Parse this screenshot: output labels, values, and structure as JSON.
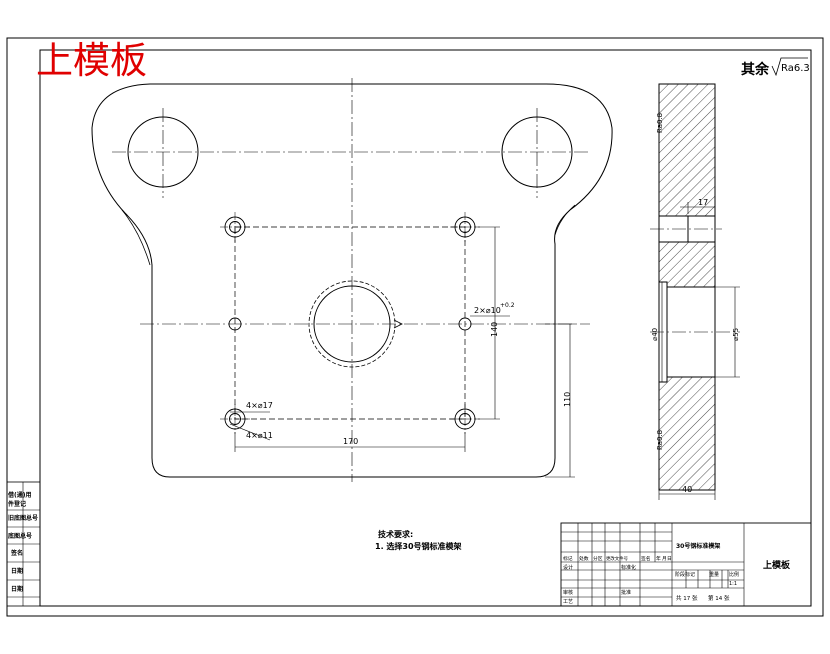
{
  "title_red": "上模板",
  "roughness": {
    "label": "其余",
    "value": "Ra6.3"
  },
  "top_view": {
    "dim_width": "170",
    "dim_height_inner": "140",
    "dim_height_outer": "110",
    "hole_note_1": "4×⌀17",
    "hole_note_2": "4×⌀11",
    "hole_note_3": "2×⌀10",
    "hole_note_3_tol": "+0.2"
  },
  "side_view": {
    "dim_17": "17",
    "dim_40": "40",
    "dim_phi_a": "⌀40",
    "dim_phi_b": "⌀55",
    "rough_top": "Ra0.8",
    "rough_bottom": "Ra0.8"
  },
  "tech_req": {
    "heading": "技术要求:",
    "line1": "1. 选择30号钢标准模架"
  },
  "left_strip": [
    "借(通)用",
    "件登记",
    "旧底图总号",
    "底图总号",
    "签名",
    "日期",
    "日期"
  ],
  "title_block": {
    "material": "30号钢标准模架",
    "name": "上模板",
    "row_revision": [
      "标记",
      "处数",
      "分区",
      "更改文件号",
      "签名",
      "年",
      "月",
      "日"
    ],
    "design": "设计",
    "standardize": "标准化",
    "stage": "阶段标记",
    "weight": "重量",
    "scale": "比例",
    "scale_value": "1:1",
    "review": "审核",
    "process": "工艺",
    "approve": "批准",
    "sheets": "共 17 张",
    "sheet_no": "第 14 张"
  }
}
